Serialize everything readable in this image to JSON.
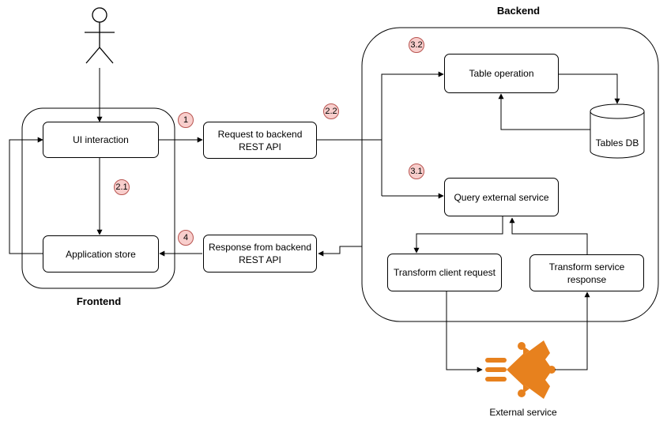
{
  "groups": {
    "frontend": "Frontend",
    "backend": "Backend"
  },
  "nodes": {
    "ui_interaction": "UI interaction",
    "application_store": "Application store",
    "request_backend": "Request to backend REST API",
    "response_backend": "Response from backend REST API",
    "table_operation": "Table operation",
    "tables_db": "Tables DB",
    "query_external": "Query external service",
    "transform_client": "Transform client request",
    "transform_service": "Transform service response",
    "external_service": "External service"
  },
  "badges": {
    "step_1": "1",
    "step_2_1": "2.1",
    "step_2_2": "2.2",
    "step_3_1": "3.1",
    "step_3_2": "3.2",
    "step_4": "4"
  },
  "icons": {
    "user": "actor-icon",
    "external": "aws-service-icon"
  },
  "colors": {
    "badge_fill": "#f8cecc",
    "badge_stroke": "#b85450",
    "external_icon": "#e7811e"
  }
}
